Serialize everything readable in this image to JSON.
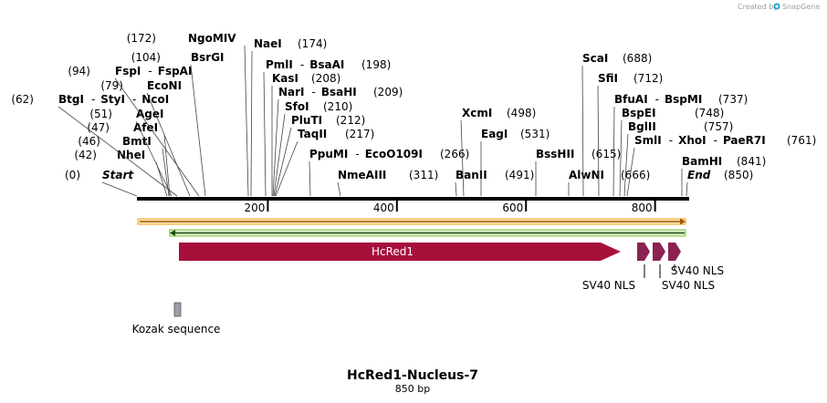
{
  "credit": {
    "prefix": "Created by",
    "brand": "SnapGene",
    "brand_color": "#1b9dd9"
  },
  "map": {
    "title": "HcRed1-Nucleus-7",
    "length_label": "850 bp",
    "length_bp": 850,
    "ruler_ticks": [
      "200",
      "400",
      "600",
      "800"
    ]
  },
  "sites": [
    {
      "pos": "(0)",
      "name": "Start",
      "italic": true,
      "bp": 0
    },
    {
      "pos": "(42)",
      "name": "NheI",
      "bp": 42
    },
    {
      "pos": "(46)",
      "name": "BmtI",
      "bp": 46
    },
    {
      "pos": "(47)",
      "name": "AfeI",
      "bp": 47
    },
    {
      "pos": "(51)",
      "name": "AgeI",
      "bp": 51
    },
    {
      "pos": "(62)",
      "name": "BtgI",
      "sep1": "-",
      "name2": "StyI",
      "sep2": "-",
      "name3": "NcoI",
      "bp": 62
    },
    {
      "pos": "(79)",
      "name": "EcoNI",
      "bp": 79
    },
    {
      "pos": "(94)",
      "name": "FspI",
      "sep1": "-",
      "name2": "FspAI",
      "bp": 94
    },
    {
      "pos": "(104)",
      "name": "BsrGI",
      "bp": 104
    },
    {
      "pos": "(172)",
      "name": "NgoMIV",
      "bp": 172
    },
    {
      "pos": "(174)",
      "name": "NaeI",
      "bp": 174
    },
    {
      "pos": "(198)",
      "name": "PmlI",
      "sep1": "-",
      "name2": "BsaAI",
      "bp": 198
    },
    {
      "pos": "(208)",
      "name": "KasI",
      "bp": 208
    },
    {
      "pos": "(209)",
      "name": "NarI",
      "sep1": "-",
      "name2": "BsaHI",
      "bp": 209
    },
    {
      "pos": "(210)",
      "name": "SfoI",
      "bp": 210
    },
    {
      "pos": "(212)",
      "name": "PluTI",
      "bp": 212
    },
    {
      "pos": "(217)",
      "name": "TaqII",
      "bp": 217
    },
    {
      "pos": "(266)",
      "name": "PpuMI",
      "sep1": "-",
      "name2": "EcoO109I",
      "bp": 266
    },
    {
      "pos": "(311)",
      "name": "NmeAIII",
      "bp": 311
    },
    {
      "pos": "(498)",
      "name": "XcmI",
      "bp": 498
    },
    {
      "pos": "(491)",
      "name": "BanII",
      "bp": 491
    },
    {
      "pos": "(531)",
      "name": "EagI",
      "bp": 531
    },
    {
      "pos": "(615)",
      "name": "BssHII",
      "bp": 615
    },
    {
      "pos": "(666)",
      "name": "AlwNI",
      "bp": 666
    },
    {
      "pos": "(688)",
      "name": "ScaI",
      "bp": 688
    },
    {
      "pos": "(712)",
      "name": "SfiI",
      "bp": 712
    },
    {
      "pos": "(737)",
      "name": "BfuAI",
      "sep1": "-",
      "name2": "BspMI",
      "bp": 737
    },
    {
      "pos": "(748)",
      "name": "BspEI",
      "bp": 748
    },
    {
      "pos": "(757)",
      "name": "BglII",
      "bp": 757
    },
    {
      "pos": "(761)",
      "name": "SmlI",
      "sep1": "-",
      "name2": "XhoI",
      "sep2": "-",
      "name3": "PaeR7I",
      "bp": 761
    },
    {
      "pos": "(841)",
      "name": "BamHI",
      "bp": 841
    },
    {
      "pos": "(850)",
      "name": "End",
      "italic": true,
      "bp": 850
    }
  ],
  "features": {
    "orange_bar_color": "#f5a623",
    "green_bar_color": "#7cc242",
    "hcred1": {
      "label": "HcRed1",
      "color": "#a8103c"
    },
    "nls_color": "#8b2252",
    "nls_labels": [
      "SV40 NLS",
      "SV40 NLS",
      "SV40 NLS"
    ],
    "kozak": {
      "label": "Kozak sequence",
      "color": "#9aa0a6"
    }
  }
}
